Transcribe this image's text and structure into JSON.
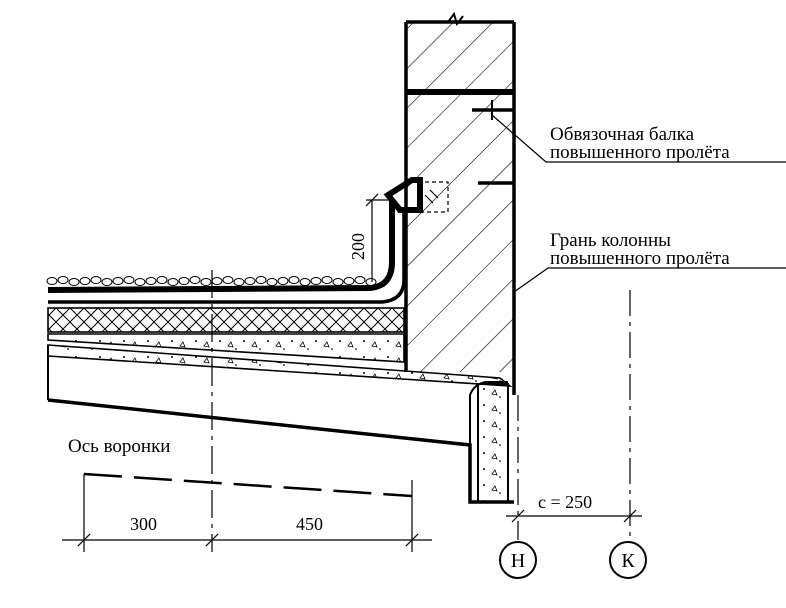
{
  "labels": {
    "tie_beam_line1": "Обвязочная балка",
    "tie_beam_line2": "повышенного пролёта",
    "column_face_line1": "Грань колонны",
    "column_face_line2": "повышенного пролёта",
    "funnel_axis": "Ось воронки"
  },
  "dimensions": {
    "d200": "200",
    "d300": "300",
    "d450": "450",
    "c250": "c = 250"
  },
  "axes": {
    "n": "Н",
    "k": "К"
  }
}
